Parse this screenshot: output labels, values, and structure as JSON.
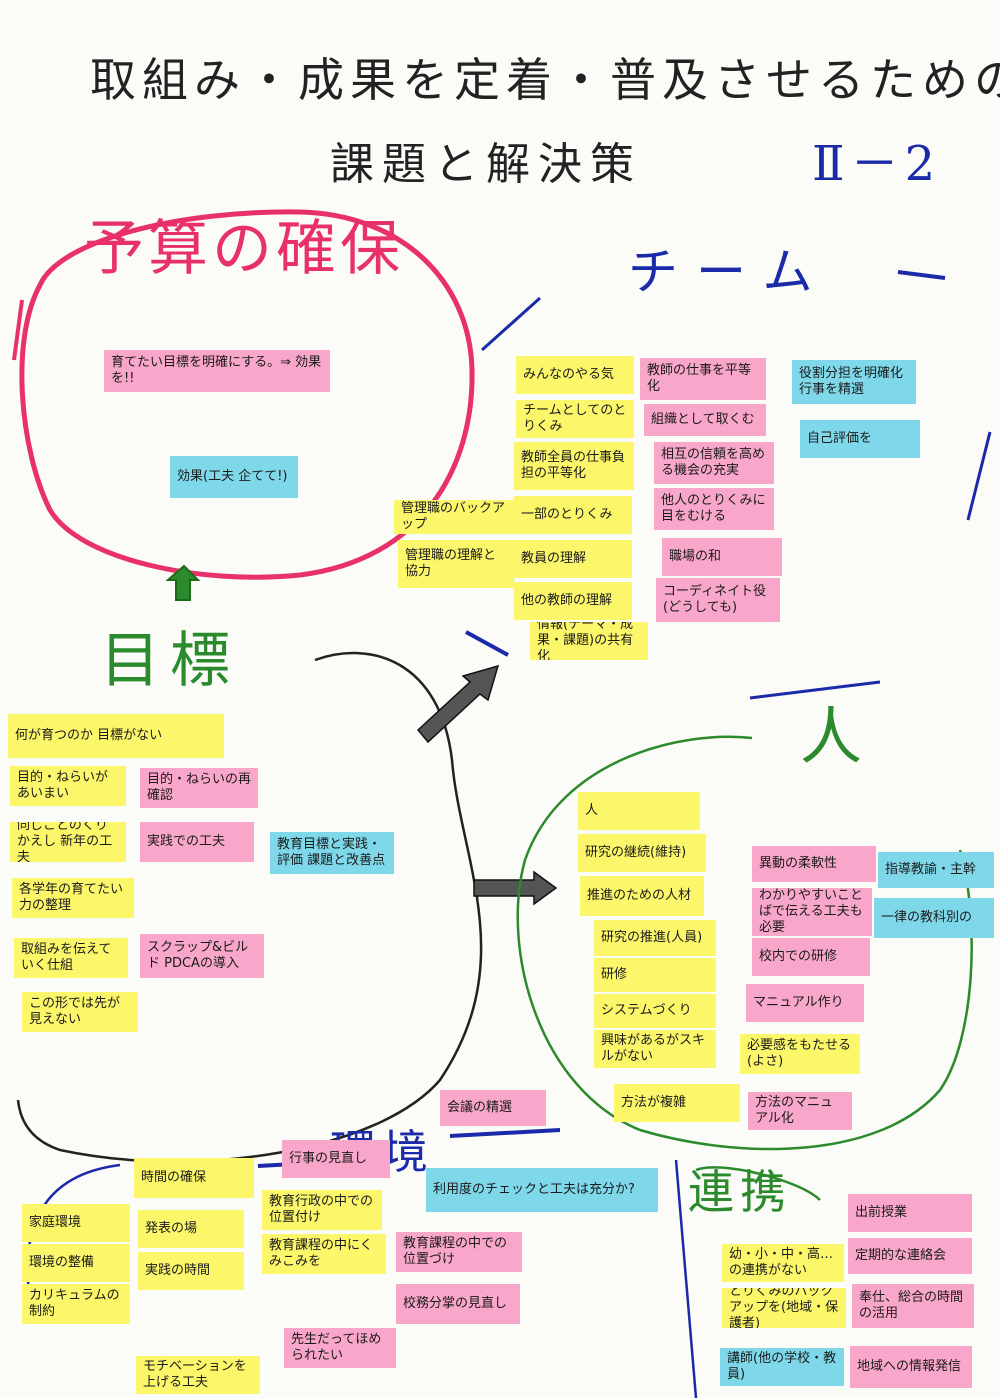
{
  "title": "取組み・成果を定着・普及させるための",
  "subtitle": "課題と解決策",
  "badge": "Ⅱ－2",
  "colors": {
    "yellow": "#fbf66a",
    "pink": "#f9a6cb",
    "blue": "#7fd8ea",
    "budget": "#e8306a",
    "team": "#1a2aa8",
    "goal": "#2b8a2b"
  },
  "headings": {
    "budget": "予算の確保",
    "team": "チーム",
    "goal": "目標",
    "person": "人",
    "environment": "環境",
    "cooperation": "連携"
  },
  "notes": {
    "budget_1": "育てたい目標を明確にする。⇒ 効果を!!",
    "budget_2": "効果(工夫 企てて!)",
    "team_1": "みんなのやる気",
    "team_2": "チームとしてのとりくみ",
    "team_3": "教師全員の仕事負担の平等化",
    "team_4": "一部のとりくみ",
    "team_5": "教員の理解",
    "team_6": "他の教師の理解",
    "team_7": "情報(テーマ・成果・課題)の共有化",
    "team_8": "管理職のバックアップ",
    "team_9": "管理職の理解と協力",
    "team_10": "教師の仕事を平等化",
    "team_11": "組織として取くむ",
    "team_12": "相互の信頼を高める機会の充実",
    "team_13": "他人のとりくみに目をむける",
    "team_14": "職場の和",
    "team_15": "コーディネイト役(どうしても)",
    "team_16": "役割分担を明確化 行事を精選",
    "team_17": "自己評価を",
    "goal_1": "何が育つのか 目標がない",
    "goal_2": "目的・ねらいがあいまい",
    "goal_3": "目的・ねらいの再確認",
    "goal_4": "同じことのくりかえし 新年の工夫",
    "goal_5": "実践での工夫",
    "goal_6": "各学年の育てたい力の整理",
    "goal_7": "取組みを伝えていく仕組",
    "goal_8": "スクラップ&ビルド PDCAの導入",
    "goal_9": "この形では先が見えない",
    "goal_10": "教育目標と実践・評価 課題と改善点",
    "person_1": "人",
    "person_2": "研究の継続(維持)",
    "person_3": "推進のための人材",
    "person_4": "研究の推進(人員)",
    "person_5": "研修",
    "person_6": "システムづくり",
    "person_7": "興味があるがスキルがない",
    "person_8": "方法が複雑",
    "person_9": "異動の柔軟性",
    "person_10": "わかりやすいことばで伝える工夫も必要",
    "person_11": "校内での研修",
    "person_12": "マニュアル作り",
    "person_13": "必要感をもたせる(よさ)",
    "person_14": "方法のマニュアル化",
    "person_15": "指導教諭・主幹",
    "person_16": "一律の教科別の",
    "env_1": "時間の確保",
    "env_2": "家庭環境",
    "env_3": "環境の整備",
    "env_4": "カリキュラムの制約",
    "env_5": "発表の場",
    "env_6": "実践の時間",
    "env_7": "行事の見直し",
    "env_8": "会議の精選",
    "env_9": "教育行政の中での位置付け",
    "env_10": "教育課程の中にくみこみを",
    "env_11": "教育課程の中での位置づけ",
    "env_12": "校務分掌の見直し",
    "env_13": "先生だってほめられたい",
    "env_14": "モチベーションを上げる工夫",
    "env_15": "利用度のチェックと工夫は充分か?",
    "coop_1": "幼・小・中・高…の連携がない",
    "coop_2": "とりくみのバックアップを(地域・保護者)",
    "coop_3": "講師(他の学校・教員)",
    "coop_4": "出前授業",
    "coop_5": "定期的な連絡会",
    "coop_6": "奉仕、総合の時間の活用",
    "coop_7": "地域への情報発信"
  }
}
